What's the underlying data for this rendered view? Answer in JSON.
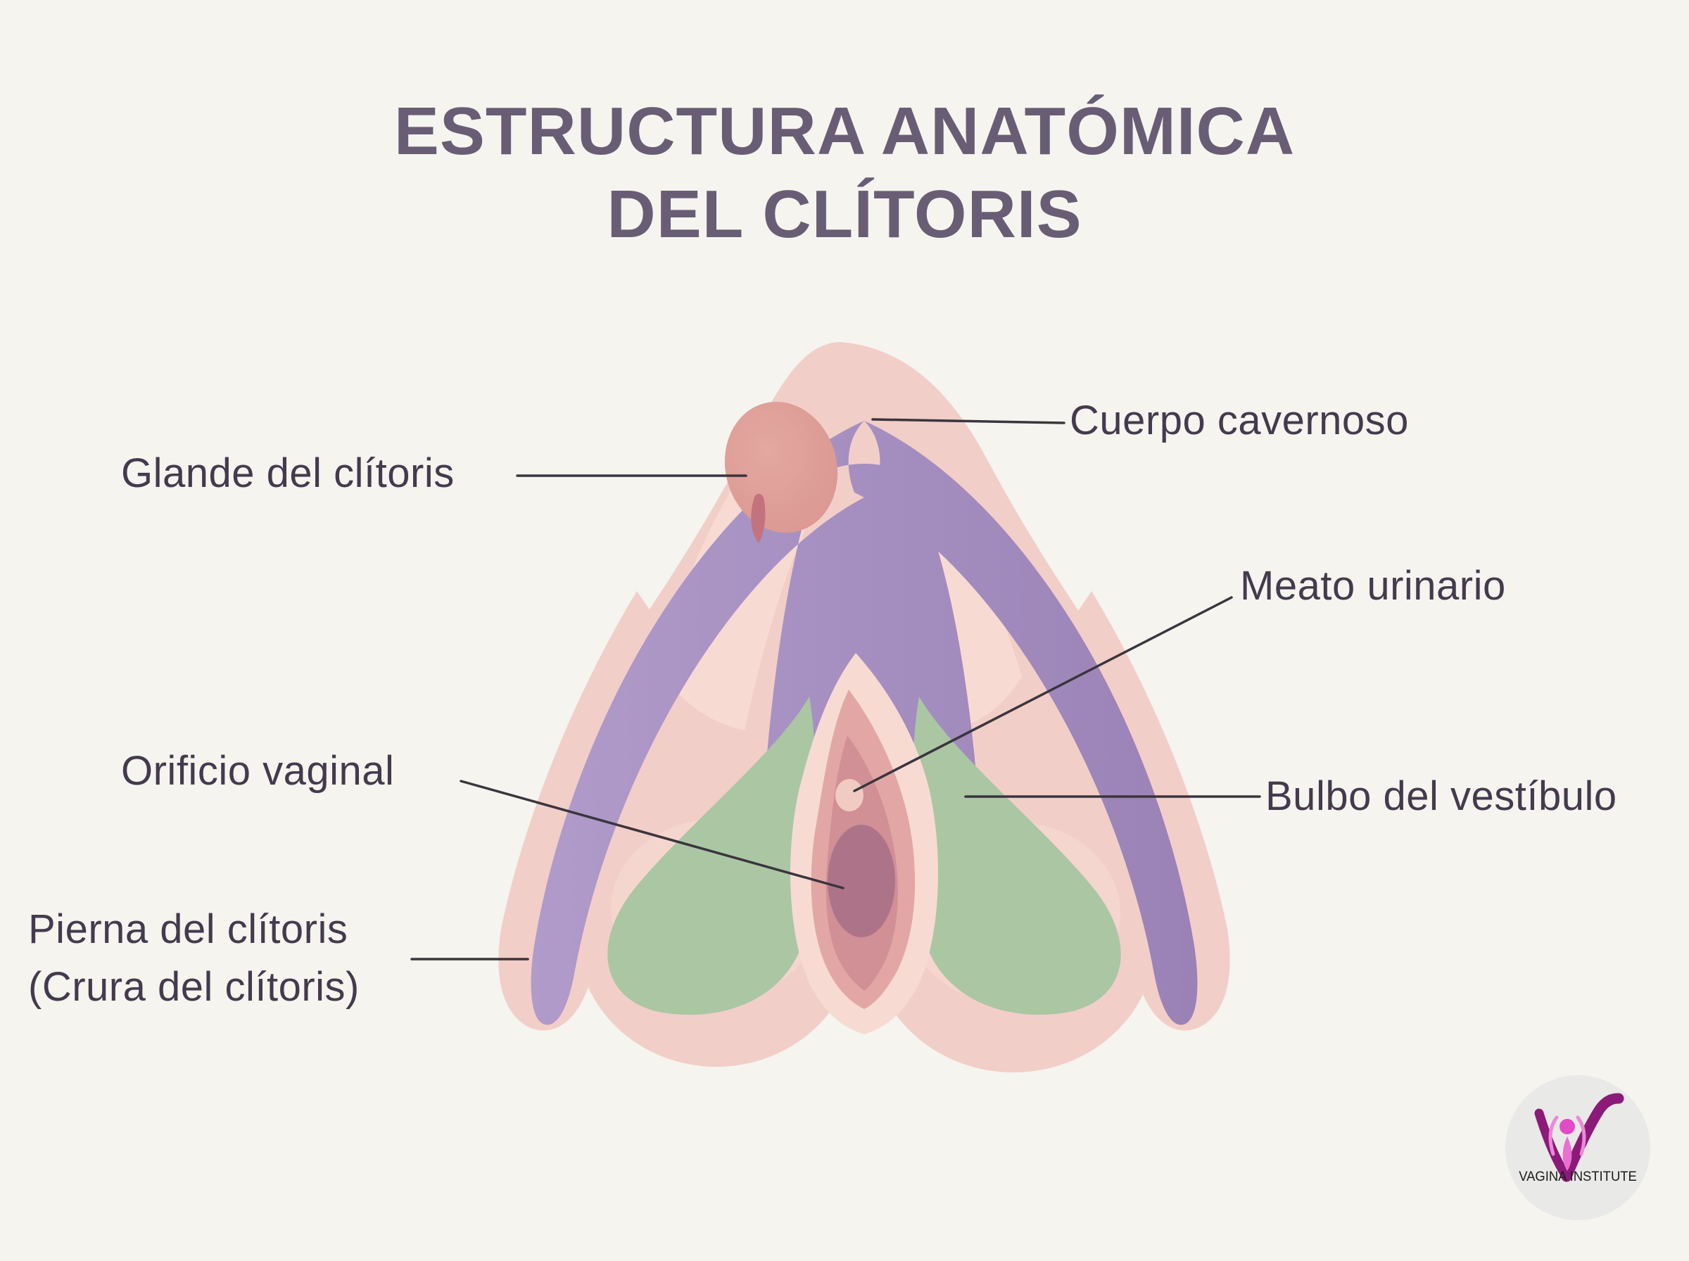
{
  "title": {
    "line1": "ESTRUCTURA ANATÓMICA",
    "line2": "DEL CLÍTORIS"
  },
  "labels": {
    "glande": "Glande del clítoris",
    "cuerpo": "Cuerpo cavernoso",
    "meato": "Meato urinario",
    "bulbo": "Bulbo del vestíbulo",
    "orificio": "Orificio vaginal",
    "pierna_line1": "Pierna del clítoris",
    "pierna_line2": "(Crura del clítoris)"
  },
  "logo": {
    "text": "VAGINA INSTITUTE"
  },
  "colors": {
    "background": "#f5f4ee",
    "title_text": "#695d75",
    "label_text": "#443a4e",
    "leader_line": "#3a353d",
    "body_pink": "#f2cec8",
    "body_pink_highlight": "#f8ddd5",
    "glans_pink": "#dfa29b",
    "glans_slit": "#c3737e",
    "purple_left": "#b09bca",
    "purple_right": "#9a82b6",
    "bulb_green": "#abc6a3",
    "vulva_light": "#f7dbd2",
    "vulva_medium": "#e2a7a4",
    "vulva_deep": "#d18f96",
    "vaginal_orifice": "#ad7489",
    "urinary_meatus": "#f0cbc1",
    "logo_circle": "#e9e9e7",
    "logo_v": "#8c1a78",
    "logo_figure": "#e24ac6",
    "logo_figure_light": "#ea8ad8"
  }
}
